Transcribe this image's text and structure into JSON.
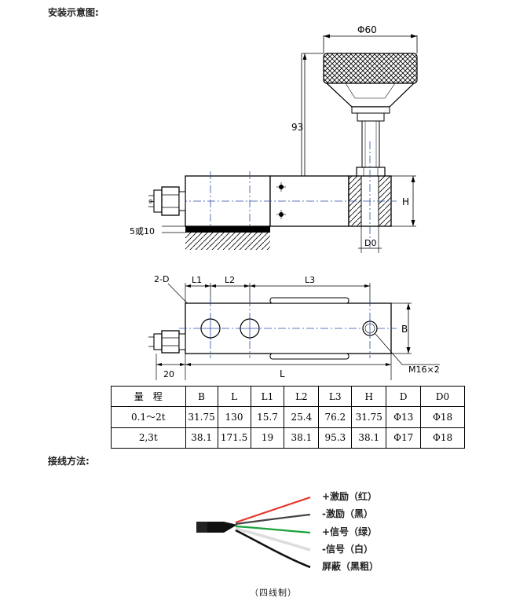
{
  "sections": {
    "install_title": "安装示意图:",
    "wiring_title": "接线方法:"
  },
  "top_view": {
    "dim_diameter": "Φ60",
    "dim_height": "93",
    "dim_h": "H",
    "dim_d0": "D0",
    "dim_gap": "5或10"
  },
  "plan_view": {
    "lbl_2d": "2-D",
    "lbl_l1": "L1",
    "lbl_l2": "L2",
    "lbl_l3": "L3",
    "lbl_b": "B",
    "lbl_20": "20",
    "lbl_l": "L",
    "lbl_m16": "M16×2"
  },
  "spec_table": {
    "headers": [
      "量　程",
      "B",
      "L",
      "L1",
      "L2",
      "L3",
      "H",
      "D",
      "D0"
    ],
    "rows": [
      [
        "0.1～2t",
        "31.75",
        "130",
        "15.7",
        "25.4",
        "76.2",
        "31.75",
        "Φ13",
        "Φ18"
      ],
      [
        "2,3t",
        "38.1",
        "171.5",
        "19",
        "38.1",
        "95.3",
        "38.1",
        "Φ17",
        "Φ18"
      ]
    ]
  },
  "wiring": {
    "labels": [
      "+激励（红）",
      "-激励（黑）",
      "+信号（绿）",
      "-信号（白）",
      "屏蔽（黑粗）"
    ],
    "wire_colors": [
      "#e8342a",
      "#444444",
      "#1aa33a",
      "#dddddd",
      "#111111"
    ],
    "caption": "（四线制）"
  }
}
